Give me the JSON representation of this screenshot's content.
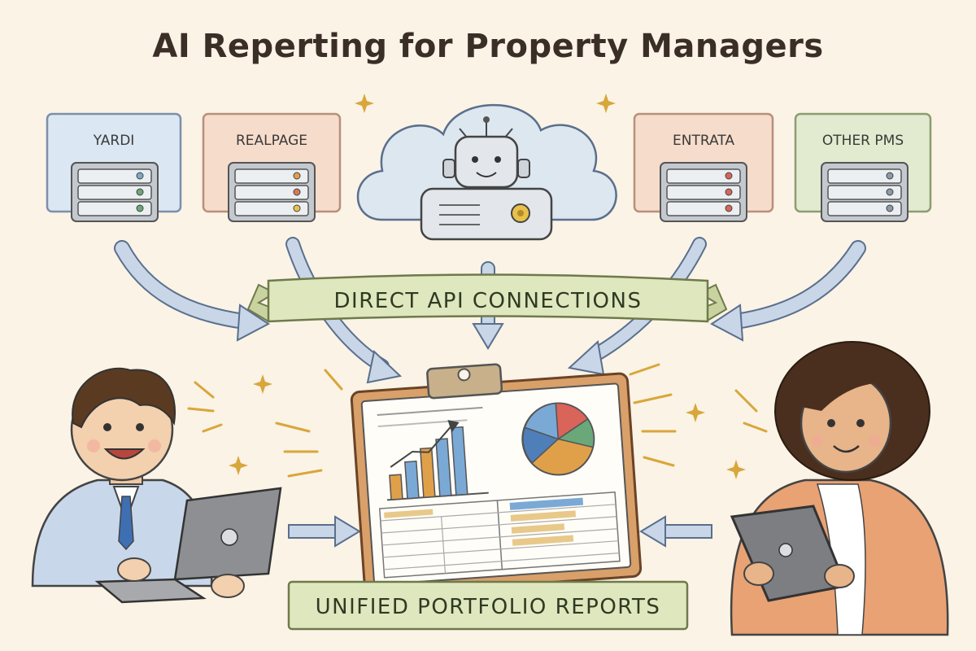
{
  "title": "AI Reperting for Property Managers",
  "sources": [
    {
      "label": "YARDI",
      "fill": "#dbe7f3",
      "stroke": "#7d8fa8",
      "lights": [
        "#7aa9c9",
        "#6aa87a",
        "#6aa87a"
      ]
    },
    {
      "label": "REALPAGE",
      "fill": "#f6dccb",
      "stroke": "#b8907a",
      "lights": [
        "#e0a04a",
        "#d9795a",
        "#e8c14a"
      ]
    },
    {
      "label": "ENTRATA",
      "fill": "#f6dccb",
      "stroke": "#b8907a",
      "lights": [
        "#d9645a",
        "#d9645a",
        "#d9645a"
      ]
    },
    {
      "label": "OTHER PMS",
      "fill": "#e2ebcf",
      "stroke": "#8d9c72",
      "lights": [
        "#8a9aa8",
        "#8a9aa8",
        "#8a9aa8"
      ]
    }
  ],
  "banner_top": "DIRECT API CONNECTIONS",
  "banner_bottom": "UNIFIED PORTFOLIO REPORTS",
  "colors": {
    "background": "#faf3e6",
    "arrow": "#c8d6e8",
    "banner": "#dfe7bf",
    "clipboard": "#d9a06a",
    "cloud": "#dde7f0"
  },
  "icons": [
    "ai-robot-icon",
    "cloud-icon",
    "server-icon",
    "clipboard-report-icon",
    "laptop-icon",
    "tablet-icon",
    "sparkle-icon"
  ]
}
